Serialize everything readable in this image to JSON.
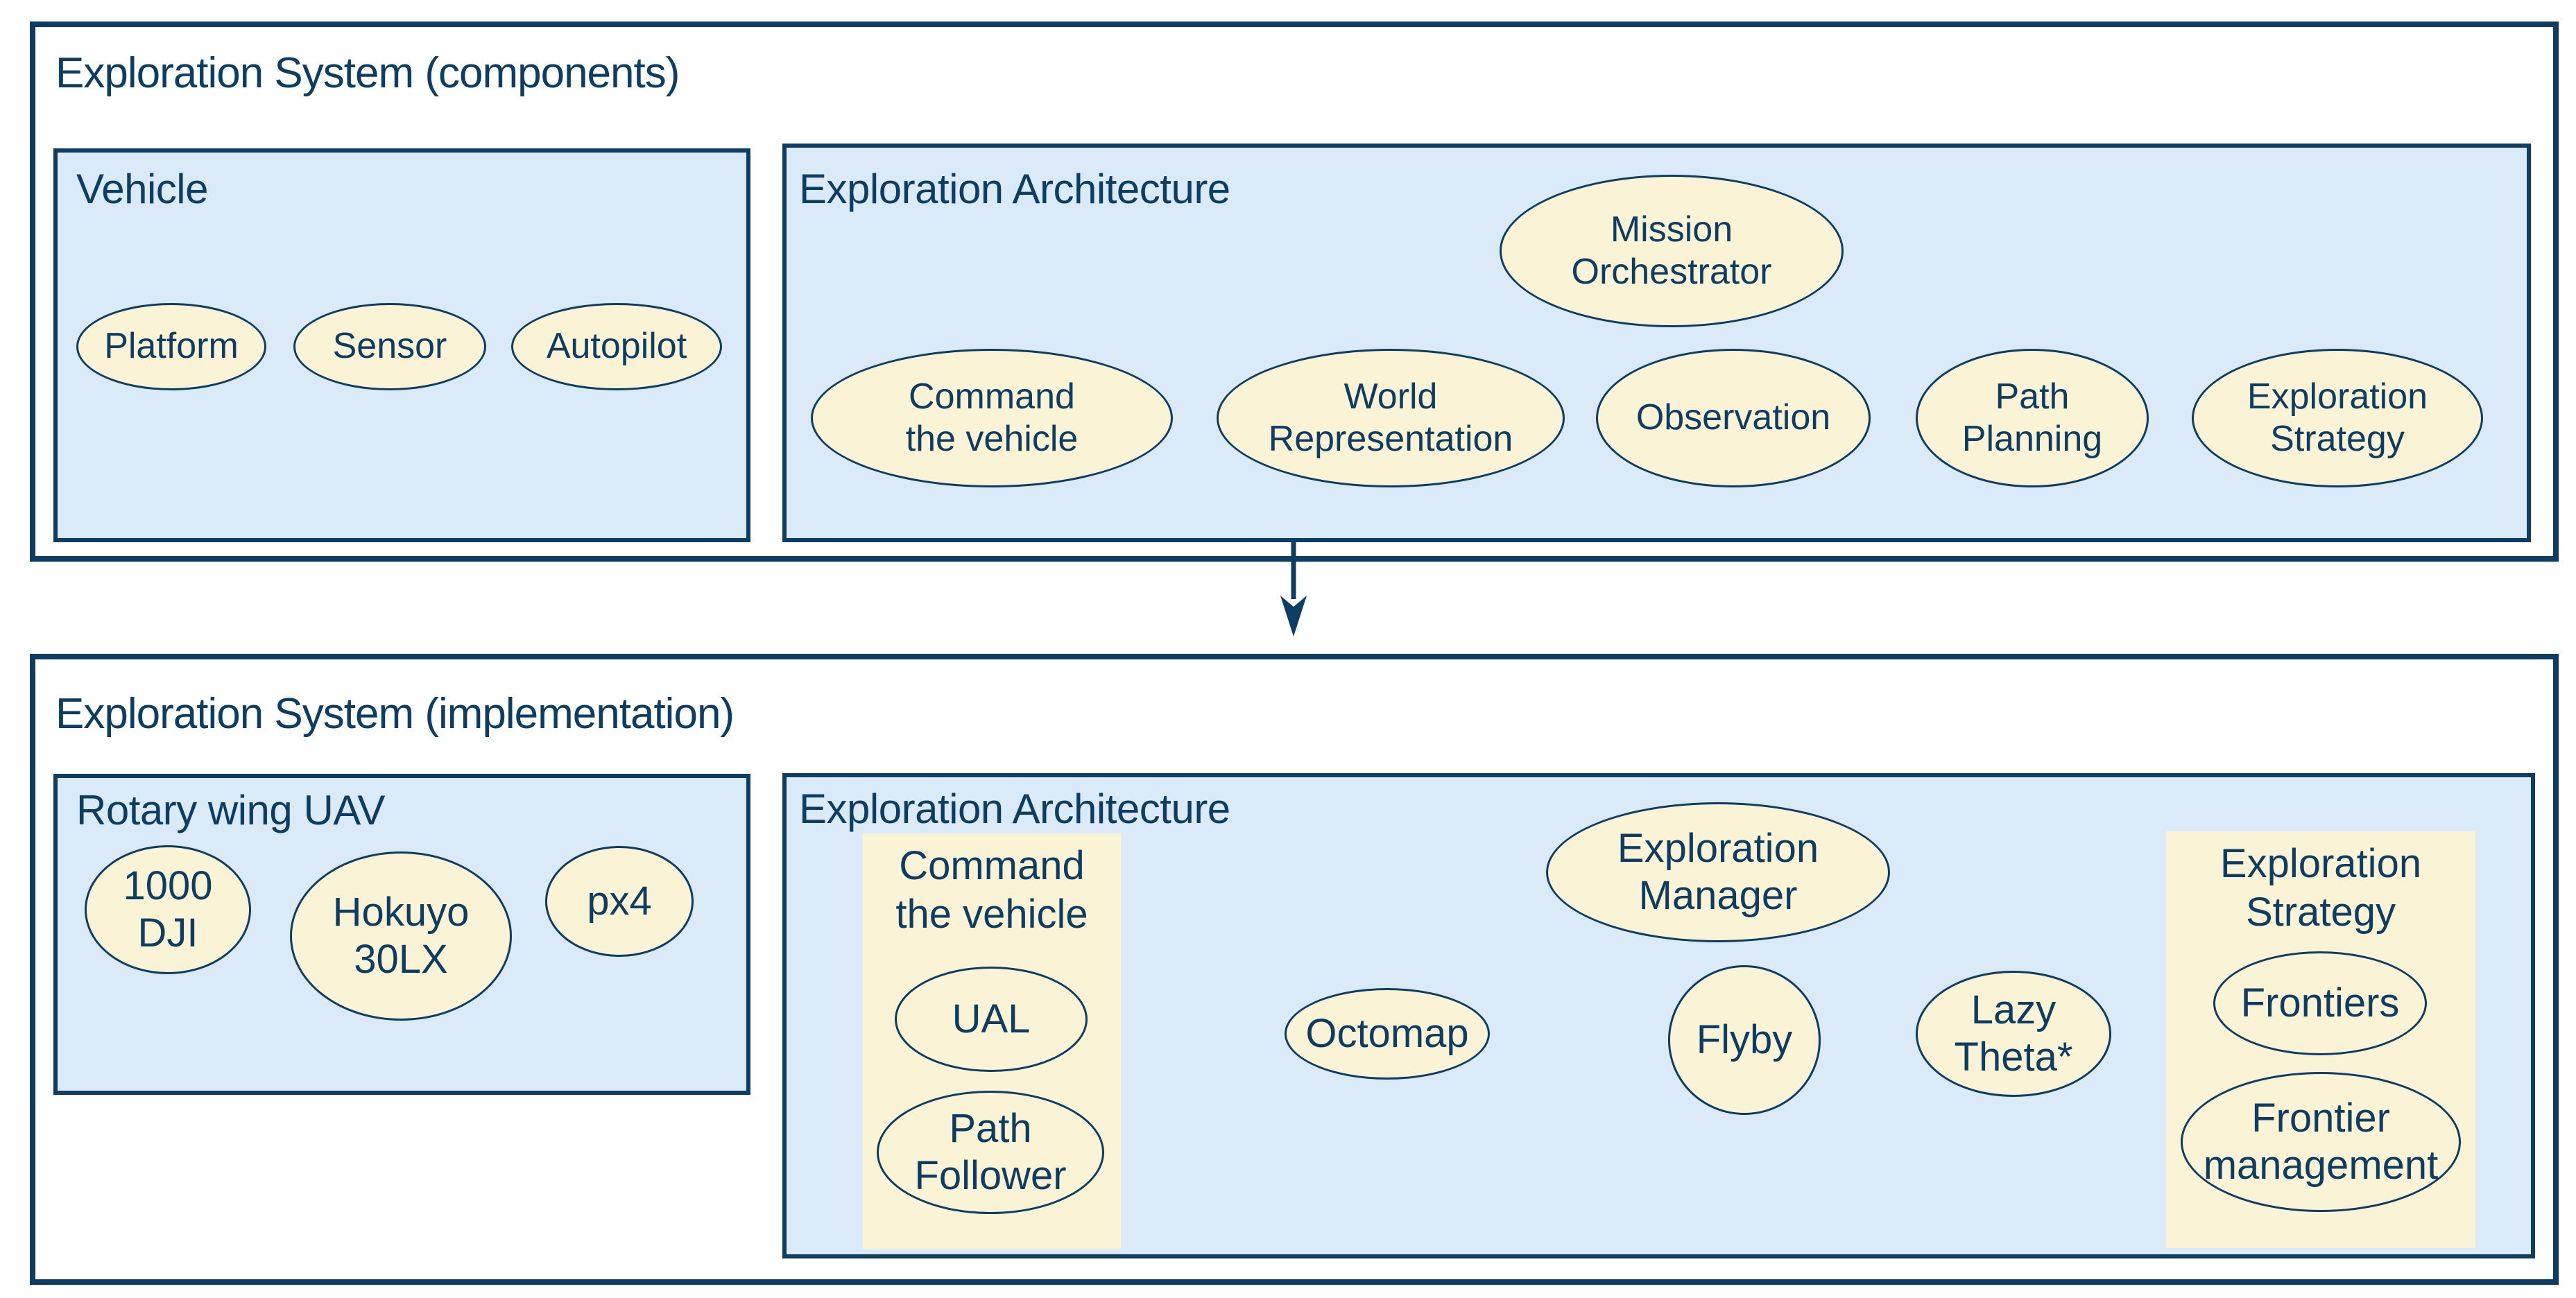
{
  "colors": {
    "navy": "#0d3d63",
    "light_blue": "#dbeaf8",
    "cream": "#fbf3d6",
    "background": "#ffffff"
  },
  "components_box": {
    "title": "Exploration System (components)",
    "vehicle": {
      "label": "Vehicle",
      "nodes": [
        {
          "label": "Platform"
        },
        {
          "label": "Sensor"
        },
        {
          "label": "Autopilot"
        }
      ]
    },
    "architecture": {
      "label": "Exploration Architecture",
      "orchestrator": {
        "label": "Mission\nOrchestrator"
      },
      "nodes": [
        {
          "label": "Command\nthe vehicle"
        },
        {
          "label": "World\nRepresentation"
        },
        {
          "label": "Observation"
        },
        {
          "label": "Path\nPlanning"
        },
        {
          "label": "Exploration\nStrategy"
        }
      ]
    }
  },
  "arrow": {
    "description": "components-to-implementation"
  },
  "implementation_box": {
    "title": "Exploration System (implementation)",
    "vehicle": {
      "label": "Rotary wing UAV",
      "nodes": [
        {
          "label": "1000\nDJI"
        },
        {
          "label": "Hokuyo\n30LX"
        },
        {
          "label": "px4"
        }
      ]
    },
    "architecture": {
      "label": "Exploration Architecture",
      "command_group": {
        "label": "Command\nthe vehicle",
        "nodes": [
          {
            "label": "UAL"
          },
          {
            "label": "Path\nFollower"
          }
        ]
      },
      "manager": {
        "label": "Exploration\nManager"
      },
      "nodes": [
        {
          "label": "Octomap"
        },
        {
          "label": "Flyby"
        },
        {
          "label": "Lazy\nTheta*"
        }
      ],
      "strategy_group": {
        "label": "Exploration\nStrategy",
        "nodes": [
          {
            "label": "Frontiers"
          },
          {
            "label": "Frontier\nmanagement"
          }
        ]
      }
    }
  }
}
